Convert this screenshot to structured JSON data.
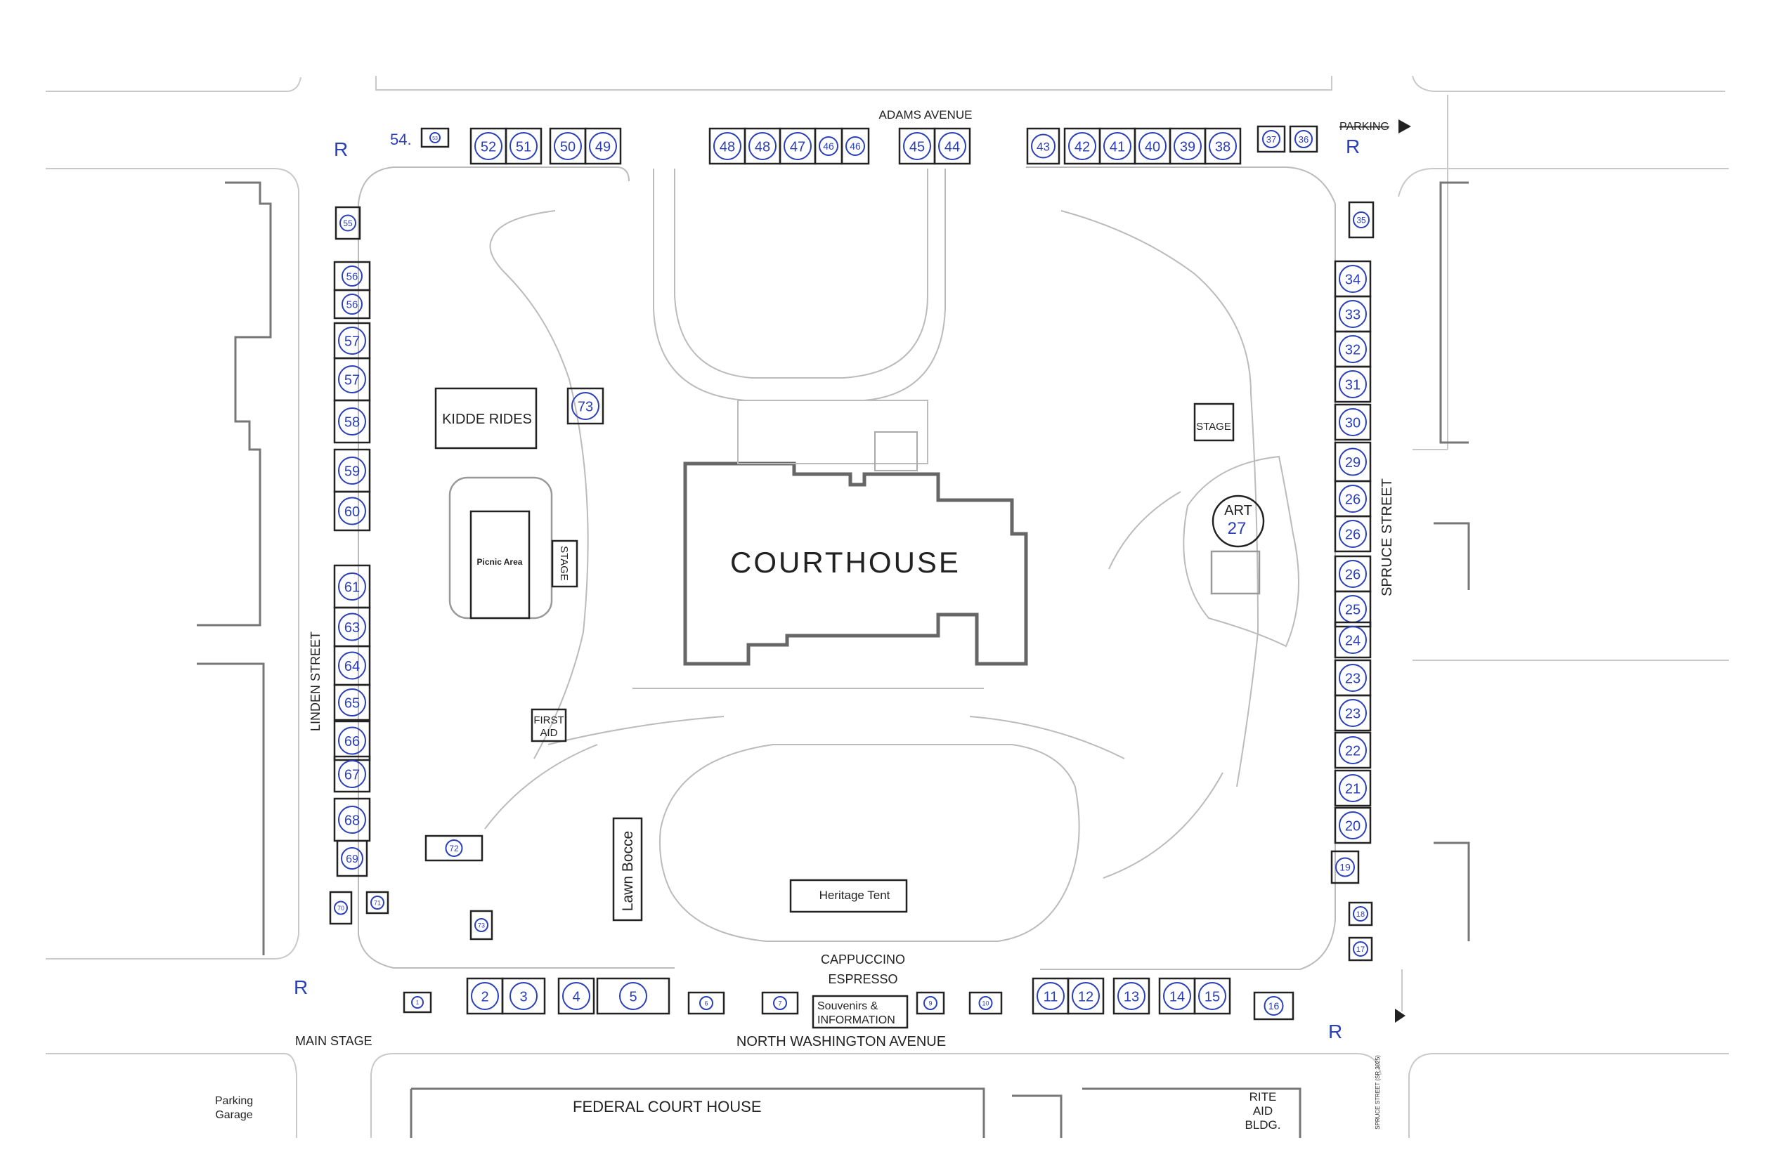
{
  "streets": {
    "north": "ADAMS AVENUE",
    "south": "NORTH WASHINGTON AVENUE",
    "west": "LINDEN STREET",
    "east": "SPRUCE STREET",
    "east_small": "SPRUCE STREET (SR 3025)"
  },
  "labels": {
    "courthouse": "COURTHOUSE",
    "kidde": "KIDDE RIDES",
    "picnic": "Picnic Area",
    "stage_left": "STAGE",
    "stage_right": "STAGE",
    "first_aid_1": "FIRST",
    "first_aid_2": "AID",
    "bocce": "Lawn Bocce",
    "heritage": "Heritage Tent",
    "cappuccino_1": "CAPPUCCINO",
    "cappuccino_2": "ESPRESSO",
    "souvenirs_1": "Souvenirs &",
    "souvenirs_2": "INFORMATION",
    "main_stage": "MAIN STAGE",
    "parking_top": "PARKING",
    "federal": "FEDERAL COURT HOUSE",
    "parking_garage_1": "Parking",
    "parking_garage_2": "Garage",
    "rite_1": "RITE",
    "rite_2": "AID",
    "rite_3": "BLDG.",
    "art_1": "ART",
    "art_2": "27"
  },
  "restrooms": [
    "R",
    "R",
    "R",
    "R"
  ],
  "booths": {
    "north": [
      "53",
      "52",
      "51",
      "50",
      "49",
      "48",
      "48",
      "47",
      "46",
      "46",
      "45",
      "44",
      "43",
      "42",
      "41",
      "40",
      "39",
      "38",
      "37",
      "36"
    ],
    "west": [
      "55",
      "56",
      "56",
      "57",
      "57",
      "58",
      "59",
      "60",
      "61",
      "63",
      "64",
      "65",
      "66",
      "67",
      "68",
      "69",
      "70",
      "71"
    ],
    "east": [
      "35",
      "34",
      "33",
      "32",
      "31",
      "30",
      "29",
      "26",
      "26",
      "26",
      "25",
      "24",
      "23",
      "23",
      "22",
      "21",
      "20",
      "19",
      "18",
      "17"
    ],
    "south": [
      "1",
      "2",
      "3",
      "4",
      "5",
      "6",
      "7",
      "9",
      "10",
      "11",
      "12",
      "13",
      "14",
      "15",
      "16"
    ],
    "interior": [
      "73",
      "72",
      "73"
    ],
    "prefix_54": "54."
  }
}
